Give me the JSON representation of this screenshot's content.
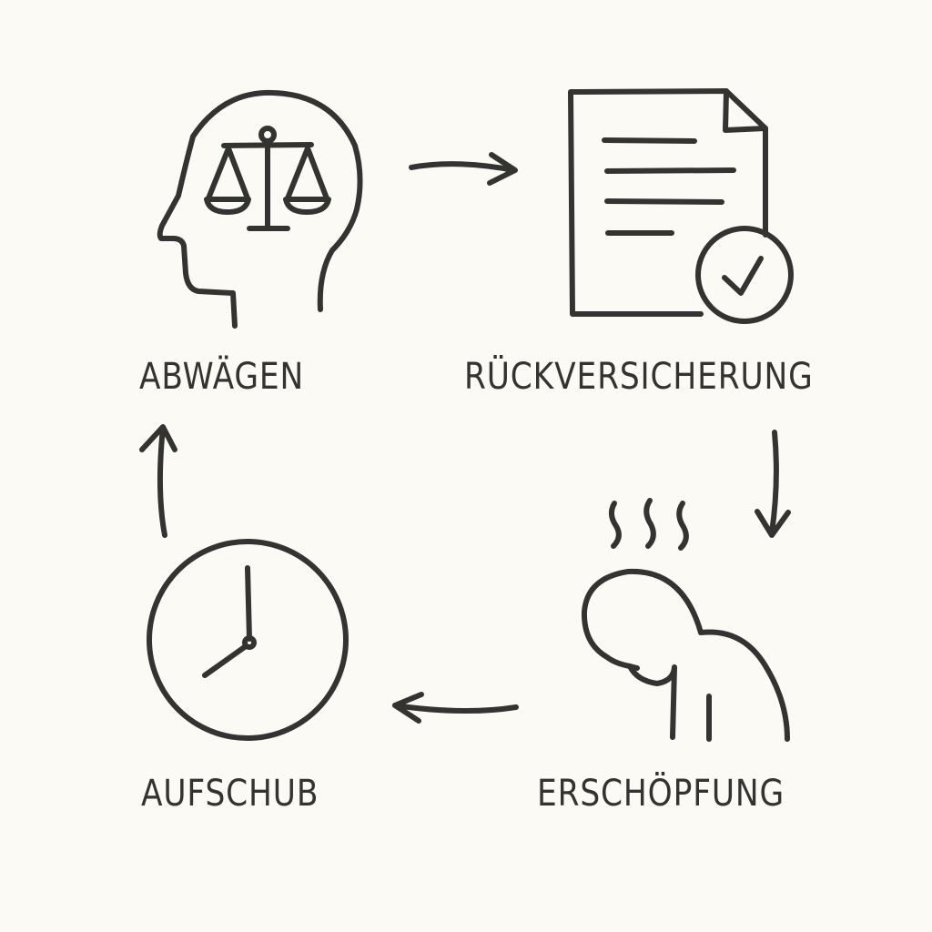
{
  "diagram": {
    "type": "cycle",
    "direction": "clockwise",
    "colors": {
      "background": "#fcfaf5",
      "stroke": "#333331"
    },
    "nodes": [
      {
        "id": "abwaegen",
        "label": "ABWÄGEN",
        "icon": "head-with-scales-icon"
      },
      {
        "id": "rueckversicherung",
        "label": "RÜCKVERSICHERUNG",
        "icon": "document-with-checkmark-icon"
      },
      {
        "id": "erschoepfung",
        "label": "ERSCHÖPFUNG",
        "icon": "exhausted-person-icon"
      },
      {
        "id": "aufschub",
        "label": "AUFSCHUB",
        "icon": "clock-icon"
      }
    ],
    "edges": [
      {
        "from": "abwaegen",
        "to": "rueckversicherung",
        "arrow": "right"
      },
      {
        "from": "rueckversicherung",
        "to": "erschoepfung",
        "arrow": "down"
      },
      {
        "from": "erschoepfung",
        "to": "aufschub",
        "arrow": "left"
      },
      {
        "from": "aufschub",
        "to": "abwaegen",
        "arrow": "up"
      }
    ]
  }
}
